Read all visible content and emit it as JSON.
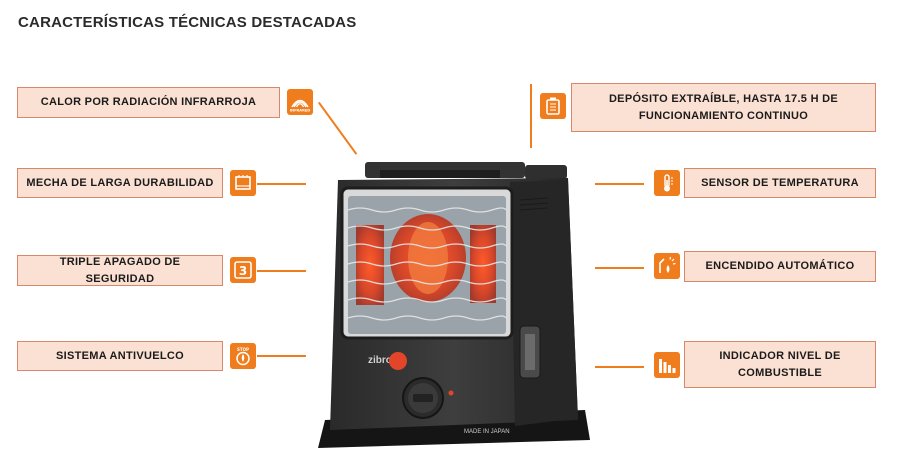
{
  "title": "CARACTERÍSTICAS TÉCNICAS DESTACADAS",
  "accent_color": "#f07d1d",
  "box_color": "#fbe1d3",
  "features_left": [
    {
      "label": "CALOR POR RADIACIÓN INFRARROJA",
      "icon": "infrared-radiation-icon",
      "icon_text": "INFRARED"
    },
    {
      "label": "MECHA DE LARGA DURABILIDAD",
      "icon": "wick-icon"
    },
    {
      "label": "TRIPLE APAGADO DE SEGURIDAD",
      "icon": "triple-3-icon",
      "icon_text": "3"
    },
    {
      "label": "SISTEMA ANTIVUELCO",
      "icon": "anti-tip-icon",
      "icon_text": "STOP"
    }
  ],
  "features_right": [
    {
      "label": "DEPÓSITO EXTRAÍBLE, HASTA 17.5 H DE FUNCIONAMIENTO CONTINUO",
      "icon": "fuel-tank-icon"
    },
    {
      "label": "SENSOR DE TEMPERATURA",
      "icon": "thermometer-icon"
    },
    {
      "label": "ENCENDIDO AUTOMÁTICO",
      "icon": "auto-ignition-icon"
    },
    {
      "label": "INDICADOR NIVEL DE COMBUSTIBLE",
      "icon": "fuel-level-icon"
    }
  ],
  "heater": {
    "brand": "zibro",
    "made_in": "MADE IN JAPAN"
  }
}
